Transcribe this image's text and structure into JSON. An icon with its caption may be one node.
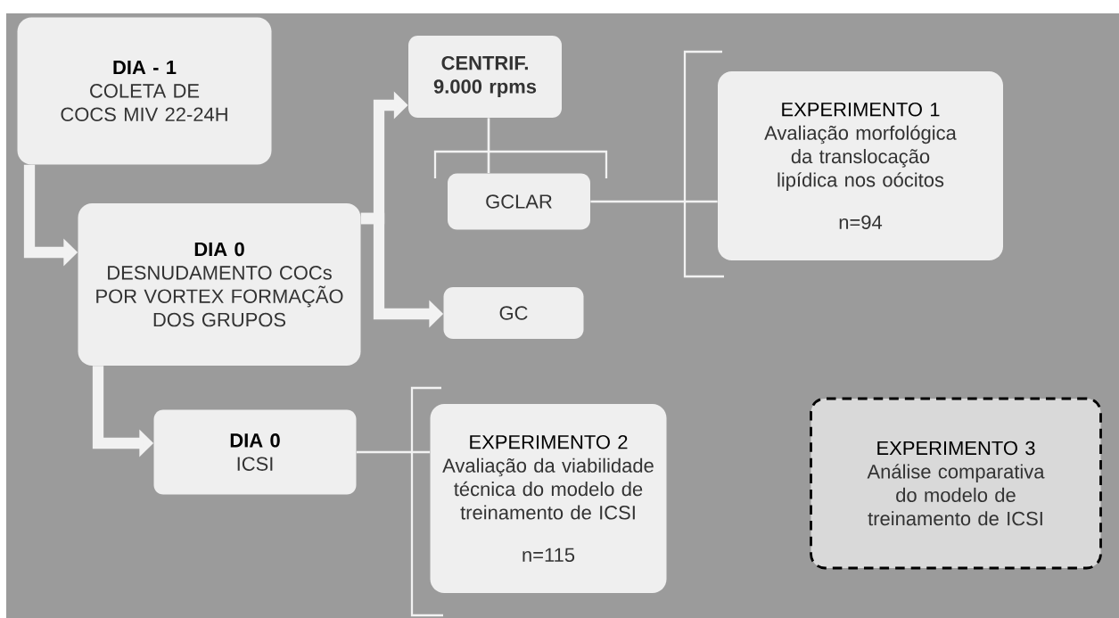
{
  "diagram": {
    "nodes": [
      {
        "text": [
          "DIA - 1",
          "COLETA DE COCS MIV 22-24H"
        ]
      },
      {
        "text": [
          "DIA 0",
          "DESNUDAMENTO COCs POR VORTEX FORMAÇÃO DOS GRUPOS"
        ]
      },
      {
        "text": [
          "CENTRIF. 9.000 rpms"
        ]
      },
      {
        "text": [
          "GCLAR"
        ]
      },
      {
        "text": [
          "GC"
        ]
      },
      {
        "text": [
          "EXPERIMENTO 1",
          "Avaliação morfológica da translocação lipídica nos oócitos",
          "n=94"
        ]
      },
      {
        "text": [
          "DIA 0",
          "ICSI"
        ]
      },
      {
        "text": [
          "EXPERIMENTO 2",
          "Avaliação da viabilidade técnica do modelo de treinamento de ICSI",
          "n=115"
        ]
      },
      {
        "text": [
          "EXPERIMENTO 3",
          "Análise comparativa do modelo de treinamento de ICSI"
        ]
      }
    ],
    "edges": [
      {
        "from": 0,
        "to": 1,
        "arrow": "to"
      },
      {
        "from": 1,
        "to": 2,
        "arrow": "to"
      },
      {
        "from": 1,
        "to": 4,
        "arrow": "to"
      },
      {
        "from": 2,
        "to": 3,
        "arrow": "none"
      },
      {
        "from": 3,
        "to": 5,
        "arrow": "none"
      },
      {
        "from": 1,
        "to": 6,
        "arrow": "to"
      },
      {
        "from": 6,
        "to": 7,
        "arrow": "none"
      }
    ]
  }
}
